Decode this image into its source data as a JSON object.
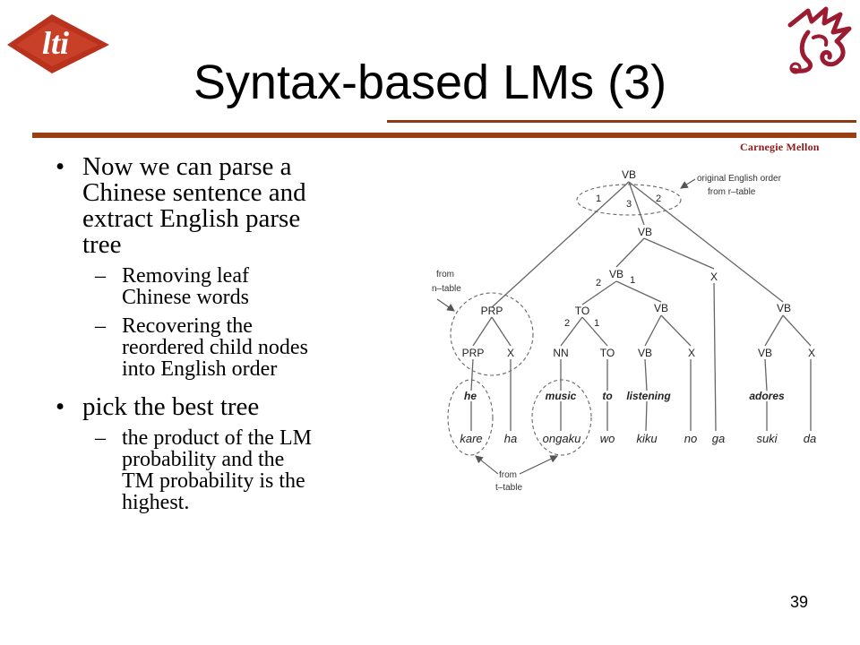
{
  "slide": {
    "title": "Syntax-based LMs (3)",
    "brand": "Carnegie Mellon",
    "logo_text": "lti",
    "page_number": "39",
    "accent_color": "#9a3f14",
    "icons": [
      "lti-logo-icon",
      "dragon-crest-icon"
    ]
  },
  "bullets": [
    {
      "text_lines": [
        "Now we can parse a",
        "Chinese sentence and",
        "extract English parse",
        "tree"
      ],
      "sub": [
        {
          "text_lines": [
            "Removing leaf",
            "Chinese words"
          ]
        },
        {
          "text_lines": [
            "Recovering the",
            "reordered child nodes",
            "into English order"
          ]
        }
      ]
    },
    {
      "text_lines": [
        "pick the best tree"
      ],
      "sub": [
        {
          "text_lines": [
            "the product of the LM",
            "probability and the",
            "TM probability is the",
            "highest."
          ]
        }
      ]
    }
  ],
  "tree": {
    "nodes": {
      "vb_root": "VB",
      "vb_mid": "VB",
      "vb_inner": "VB",
      "x_ga": "X",
      "vb_right": "VB",
      "prp_top": "PRP",
      "to_top": "TO",
      "vb_listen": "VB",
      "prp": "PRP",
      "x_ha": "X",
      "nn": "NN",
      "to": "TO",
      "vb_kiku": "VB",
      "x_no": "X",
      "vb_suki": "VB",
      "x_da": "X"
    },
    "english_words": [
      "he",
      "music",
      "to",
      "listening",
      "adores"
    ],
    "chinese_words": [
      "kare",
      "ha",
      "ongaku",
      "wo",
      "kiku",
      "no",
      "ga",
      "suki",
      "da"
    ],
    "order_labels": [
      "1",
      "3",
      "2",
      "2",
      "1",
      "2",
      "1"
    ],
    "annotations": {
      "r_table_line1": "original English order",
      "r_table_line2": "from r–table",
      "n_table_line1": "from",
      "n_table_line2": "n–table",
      "t_table_line1": "from",
      "t_table_line2": "t–table"
    }
  }
}
